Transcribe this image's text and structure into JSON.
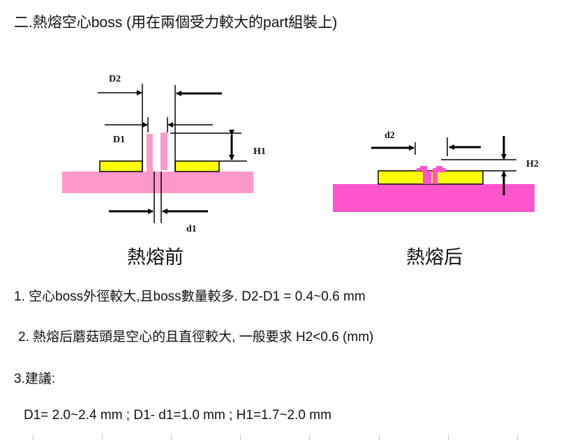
{
  "title": "二.熱熔空心boss (用在兩個受力較大的part組裝上)",
  "diagrams": {
    "before": {
      "caption": "熱熔前",
      "labels": {
        "D2": "D2",
        "D1": "D1",
        "H1": "H1",
        "d1": "d1"
      },
      "colors": {
        "base": "#ff99cc",
        "part": "#ffff00",
        "boss": "#ff99cc"
      }
    },
    "after": {
      "caption": "熱熔后",
      "labels": {
        "d2": "d2",
        "H2": "H2"
      },
      "colors": {
        "base": "#ff55cc",
        "part": "#ffff00",
        "boss": "#ff55cc"
      }
    }
  },
  "notes": [
    "1.  空心boss外徑較大,且boss數量較多.  D2-D1 = 0.4~0.6 mm",
    "2. 熱熔后蘑菇頭是空心的且直徑較大, 一般要求 H2<0.6 (mm)",
    "3.建議:"
  ],
  "recommendation": "D1= 2.0~2.4 mm ;  D1- d1=1.0 mm  ; H1=1.7~2.0 mm"
}
